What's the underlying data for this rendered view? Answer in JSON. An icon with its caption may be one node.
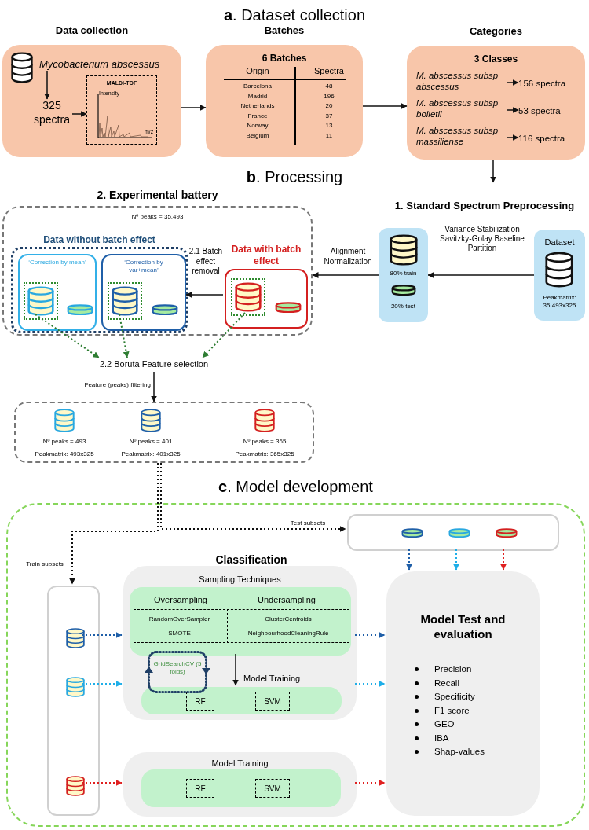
{
  "diagram": {
    "nodes": [
      {
        "text": [
          "Data collection"
        ]
      },
      {
        "text": [],
        "shape": "cylinder",
        "in": 0
      },
      {
        "text": [
          "Mycobacterium abscessus"
        ],
        "in": 0
      },
      {
        "text": [
          "325 spectra"
        ],
        "in": 0
      },
      {
        "text": [
          "MALDI-TOF"
        ],
        "in": 0
      },
      {
        "text": [
          "Batches",
          "6 Batches"
        ]
      },
      {
        "text": [
          "Categories",
          "3 Classes"
        ]
      },
      {
        "text": [
          "M. abscessus subsp abscessus"
        ],
        "in": 6
      },
      {
        "text": [
          "156 spectra"
        ],
        "in": 6
      },
      {
        "text": [
          "M. abscessus subsp bolletii"
        ],
        "in": 6
      },
      {
        "text": [
          "53 spectra"
        ],
        "in": 6
      },
      {
        "text": [
          "M. abscessus subsp massiliense"
        ],
        "in": 6
      },
      {
        "text": [
          "116 spectra"
        ],
        "in": 6
      },
      {
        "text": [
          "2. Experimental battery",
          "Nº peaks = 35,493"
        ]
      },
      {
        "text": [
          "Data without batch effect"
        ],
        "in": 13
      },
      {
        "text": [
          "‘Correction by mean’"
        ],
        "in": 14
      },
      {
        "text": [],
        "shape": "cylinder",
        "in": 15
      },
      {
        "text": [
          "‘Correction by var+mean’"
        ],
        "in": 14
      },
      {
        "text": [],
        "shape": "cylinder",
        "in": 17
      },
      {
        "text": [
          "Data with batch effect"
        ],
        "in": 13
      },
      {
        "text": [],
        "shape": "cylinder",
        "in": 19
      },
      {
        "text": [
          "Dataset",
          "Peakmatrix: 35,493x325"
        ]
      },
      {
        "text": [
          "80% train",
          "20% test"
        ]
      },
      {
        "text": [
          "2.2 Boruta Feature selection"
        ]
      },
      {
        "text": [],
        "shape": "box"
      },
      {
        "text": [
          "Nº peaks = 493",
          "Peakmatrix: 493x325"
        ],
        "in": 24
      },
      {
        "text": [
          "Nº peaks = 401",
          "Peakmatrix: 401x325"
        ],
        "in": 24
      },
      {
        "text": [
          "Nº peaks = 365",
          "Peakmatrix: 365x325"
        ],
        "in": 24
      },
      {
        "text": [
          "**c**. Model development"
        ]
      },
      {
        "text": [],
        "shape": "box",
        "in": 28
      },
      {
        "text": [],
        "shape": "box",
        "in": 28
      },
      {
        "text": [],
        "shape": "cylinder",
        "in": 30
      },
      {
        "text": [],
        "shape": "cylinder",
        "in": 30
      },
      {
        "text": [],
        "shape": "cylinder",
        "in": 30
      },
      {
        "text": [
          "Sampling Techniques"
        ],
        "in": 28
      },
      {
        "text": [
          "Oversampling",
          "Undersampling"
        ],
        "in": 34
      },
      {
        "text": [
          "RandomOverSampler",
          "SMOTE"
        ],
        "in": 35
      },
      {
        "text": [
          "ClusterCentroids",
          "NeighbourhoodCleaningRule"
        ],
        "in": 35
      },
      {
        "text": [
          "Model Training"
        ],
        "in": 34
      },
      {
        "text": [
          "RF"
        ],
        "in": 38
      },
      {
        "text": [
          "SVM"
        ],
        "in": 38
      },
      {
        "text": [
          "GridSearchCV (5 folds)"
        ],
        "in": 34
      },
      {
        "text": [
          "Model Training"
        ],
        "in": 28
      },
      {
        "text": [],
        "shape": "box",
        "in": 42
      },
      {
        "text": [
          "RF"
        ],
        "in": 43
      },
      {
        "text": [
          "SVM"
        ],
        "in": 43
      },
      {
        "text": [
          "Model Test and evaluation",
          "Precision",
          "Recall",
          "Specificity",
          "F1 score",
          "GEO",
          "IBA",
          "Shap-values"
        ],
        "in": 28
      }
    ],
    "edges": [
      {
        "from": 2,
        "to": 3,
        "arrow": "to"
      },
      {
        "from": 3,
        "to": 4,
        "arrow": "to"
      },
      {
        "from": 7,
        "to": 8,
        "arrow": "to"
      },
      {
        "from": 9,
        "to": 10,
        "arrow": "to"
      },
      {
        "from": 11,
        "to": 12,
        "arrow": "to"
      },
      {
        "from": 0,
        "to": 5,
        "arrow": "to"
      },
      {
        "from": 5,
        "to": 6,
        "arrow": "to"
      },
      {
        "from": 6,
        "to": null,
        "arrow": "to"
      },
      {
        "from": 21,
        "to": 22,
        "arrow": "to",
        "label": "Variance Stabilization Savitzky-Golay Baseline Partition"
      },
      {
        "from": 22,
        "to": 13,
        "arrow": "to",
        "label": "Alignment Normalization"
      },
      {
        "from": 19,
        "to": 14,
        "arrow": "to",
        "label": "2.1 Batch effect removal"
      },
      {
        "from": 16,
        "to": 23,
        "arrow": "to",
        "style": "dashed",
        "color": "#2e7d32"
      },
      {
        "from": 18,
        "to": 23,
        "arrow": "to",
        "style": "dashed",
        "color": "#2e7d32"
      },
      {
        "from": 20,
        "to": 23,
        "arrow": "to",
        "style": "dashed",
        "color": "#2e7d32"
      },
      {
        "from": 23,
        "to": 24,
        "arrow": "to",
        "label": "Feature (peaks) filtering"
      },
      {
        "from": 24,
        "to": 30,
        "arrow": "to",
        "style": "dashed",
        "label": "Train subsets"
      },
      {
        "from": 24,
        "to": 29,
        "arrow": "to",
        "style": "dashed",
        "label": "Test subsets"
      },
      {
        "from": 35,
        "to": 38,
        "arrow": "to"
      },
      {
        "from": 31,
        "to": 34,
        "arrow": "to",
        "style": "dashed",
        "color": "#1f5fa8"
      },
      {
        "from": 32,
        "to": 34,
        "arrow": "to",
        "style": "dashed",
        "color": "#1eaee8"
      },
      {
        "from": 33,
        "to": 42,
        "arrow": "to",
        "style": "dashed",
        "color": "#e02020"
      },
      {
        "from": 34,
        "to": 46,
        "arrow": "to",
        "style": "dashed",
        "color": "#1f5fa8"
      },
      {
        "from": 34,
        "to": 46,
        "arrow": "to",
        "style": "dashed",
        "color": "#1eaee8"
      },
      {
        "from": 42,
        "to": 46,
        "arrow": "to",
        "style": "dashed",
        "color": "#e02020"
      },
      {
        "from": 29,
        "to": 46,
        "arrow": "to",
        "style": "dashed",
        "color": "#1f5fa8"
      },
      {
        "from": 29,
        "to": 46,
        "arrow": "to",
        "style": "dashed",
        "color": "#1eaee8"
      },
      {
        "from": 29,
        "to": 46,
        "arrow": "to",
        "style": "dashed",
        "color": "#e02020"
      }
    ],
    "labels": [
      "**a**. Dataset collection",
      "**b**. Processing",
      "Intensity",
      "m/z",
      "Origin",
      "Spectra",
      "Barcelona",
      "48",
      "Madrid",
      "196",
      "Netherlands",
      "20",
      "France",
      "37",
      "Norway",
      "13",
      "Belgium",
      "11",
      "1. Standard Spectrum Preprocessing",
      "Classification"
    ]
  }
}
